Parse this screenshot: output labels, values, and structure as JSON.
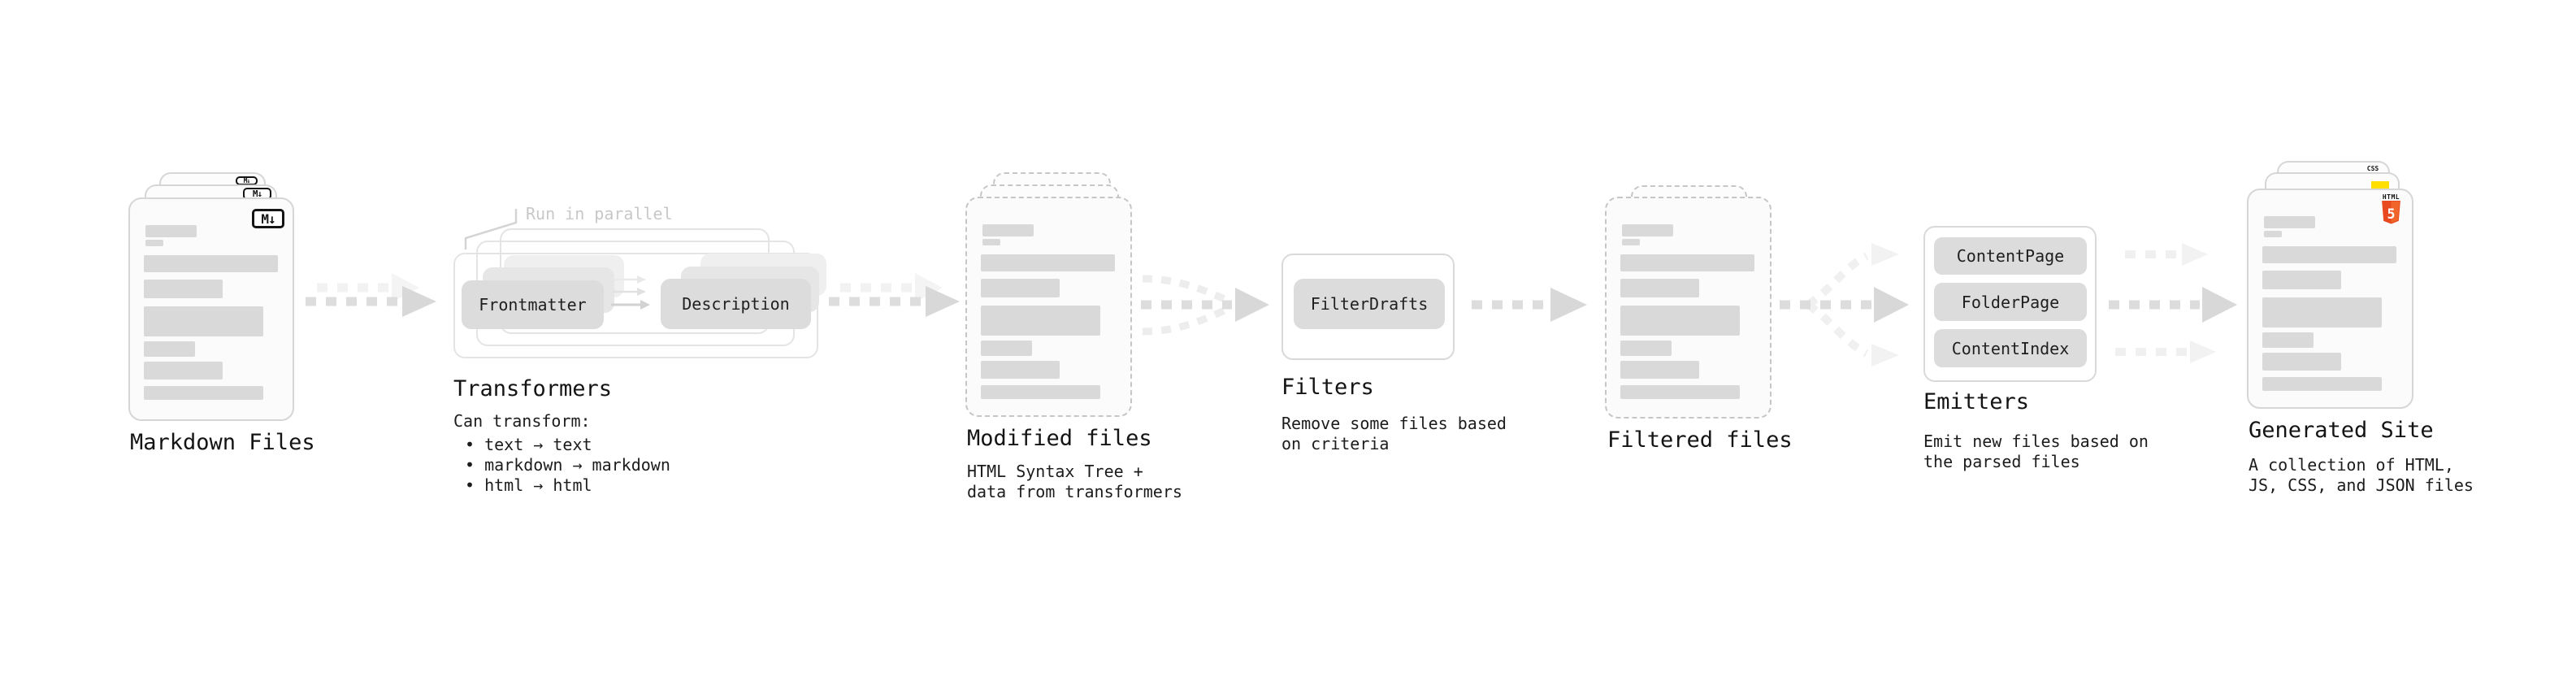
{
  "colors": {
    "card_fill": "#fbfbfb",
    "card_border": "#d6d6d6",
    "dashed_border": "#c6c6c6",
    "placeholder_bar": "#d9d9d9",
    "pill_fill": "#dcdcdc",
    "arrow": "#d8d8d8",
    "arrow_light": "#f2f2f2",
    "annotation_gray": "#c8c8c8",
    "css_blue": "#2563eb",
    "js_yellow": "#ffdf00",
    "html5_orange": "#e8491f"
  },
  "nodes": {
    "markdown_files": {
      "label": "Markdown Files",
      "badge": "M↓"
    },
    "transformers": {
      "label": "Transformers",
      "annotation": "Run in parallel",
      "pill_frontmatter": "Frontmatter",
      "pill_description": "Description",
      "heading": "Can transform:",
      "bullets": [
        "• text → text",
        "• markdown → markdown",
        "• html → html"
      ]
    },
    "modified_files": {
      "label": "Modified files",
      "description": "HTML Syntax Tree +\ndata from transformers"
    },
    "filters": {
      "label": "Filters",
      "pill": "FilterDrafts",
      "description": "Remove some files based\non criteria"
    },
    "filtered_files": {
      "label": "Filtered files"
    },
    "emitters": {
      "label": "Emitters",
      "pills": [
        "ContentPage",
        "FolderPage",
        "ContentIndex"
      ],
      "description": "Emit new files based on\nthe parsed files"
    },
    "generated_site": {
      "label": "Generated Site",
      "description": "A collection of HTML,\nJS, CSS, and JSON files",
      "css_badge": "CSS",
      "html_badge": "HTML",
      "html5_number": "5"
    }
  }
}
